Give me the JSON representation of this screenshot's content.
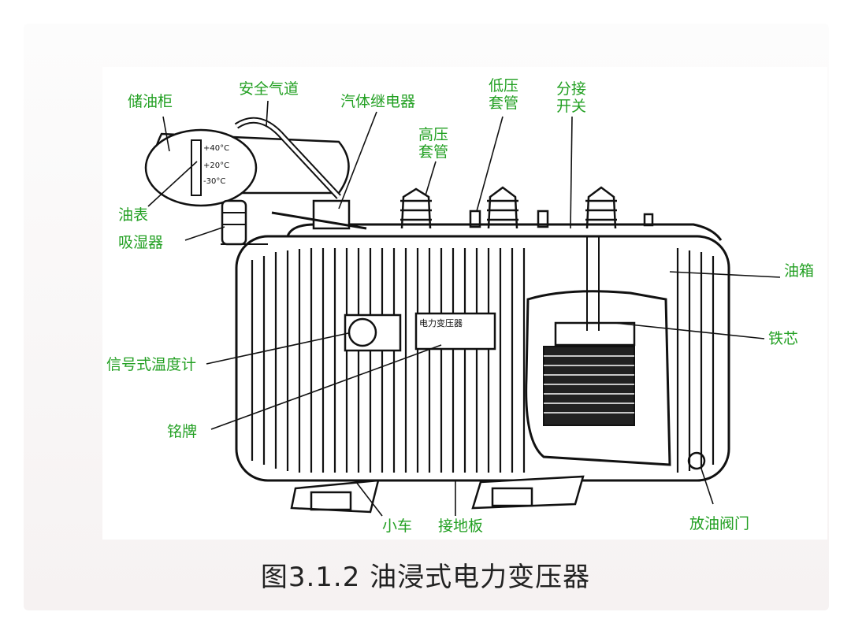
{
  "labels": {
    "conservator": "储油柜",
    "safety_vent": "安全气道",
    "gas_relay": "汽体继电器",
    "lv_bushing": "低压\n套管",
    "tap_changer": "分接\n开关",
    "hv_bushing": "高压\n套管",
    "oil_gauge": "油表",
    "breather": "吸湿器",
    "oil_tank": "油箱",
    "iron_core": "铁芯",
    "thermometer": "信号式温度计",
    "nameplate": "铭牌",
    "trolley": "小车",
    "ground_plate": "接地板",
    "drain_valve": "放油阀门"
  },
  "gauge_marks": [
    "+40°C",
    "+20°C",
    "-30°C"
  ],
  "nameplate_text": "电力变压器",
  "caption": "图3.1.2   油浸式电力变压器",
  "colors": {
    "label_green": "#23a023",
    "line_black": "#111111"
  }
}
